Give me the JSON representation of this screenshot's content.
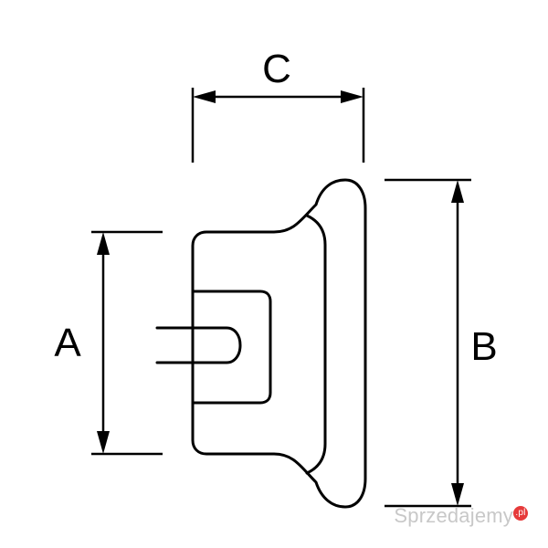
{
  "labels": {
    "a": "A",
    "b": "B",
    "c": "C"
  },
  "watermark": {
    "text": "Sprzedajemy",
    "suffix": ".pl"
  },
  "colors": {
    "line": "#000000",
    "background": "#ffffff",
    "watermark": "#c8c8c8",
    "watermark_accent": "#e63a3a"
  }
}
